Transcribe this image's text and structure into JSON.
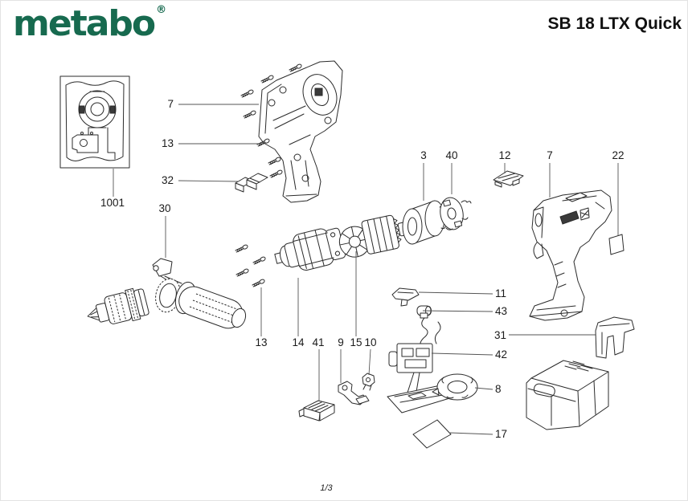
{
  "header": {
    "logo_text": "metabo",
    "registered_mark": "®",
    "model_title": "SB 18 LTX Quick"
  },
  "footer": {
    "page_indicator": "1/3"
  },
  "colors": {
    "brand_green": "#176a4f",
    "line_color": "#2b2b2b"
  },
  "diagram": {
    "type": "exploded-parts-diagram",
    "labels": {
      "l7a": "7",
      "l13a": "13",
      "l32": "32",
      "l1001": "1001",
      "l30": "30",
      "l3": "3",
      "l40": "40",
      "l12": "12",
      "l7b": "7",
      "l22": "22",
      "l11": "11",
      "l43": "43",
      "l31": "31",
      "l42": "42",
      "l8": "8",
      "l17": "17",
      "l13b": "13",
      "l14": "14",
      "l41": "41",
      "l9": "9",
      "l15": "15",
      "l10": "10"
    }
  }
}
